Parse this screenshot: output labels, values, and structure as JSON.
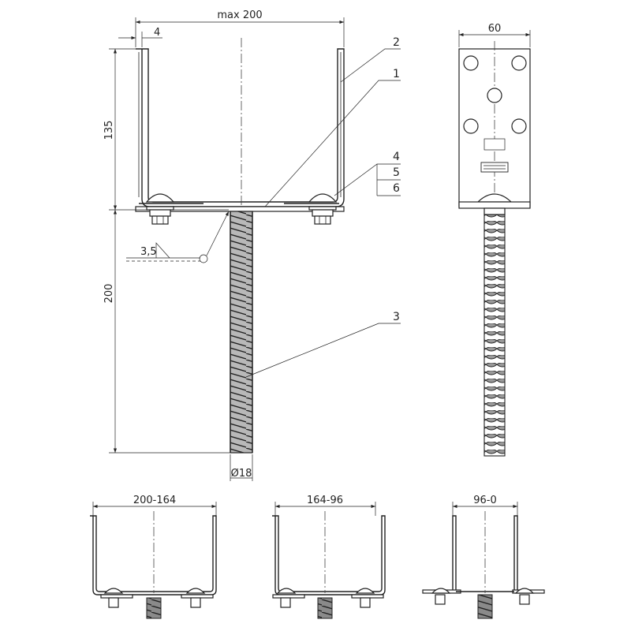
{
  "dimensions": {
    "top_width": "max 200",
    "flange_thickness": "4",
    "upright_height": "135",
    "anchor_length": "200",
    "weld_size": "3,5",
    "bar_diameter": "Ø18",
    "side_width": "60",
    "range_a": "200-164",
    "range_b": "164-96",
    "range_c": "96-0"
  },
  "callouts": [
    "1",
    "2",
    "3",
    "4",
    "5",
    "6"
  ]
}
